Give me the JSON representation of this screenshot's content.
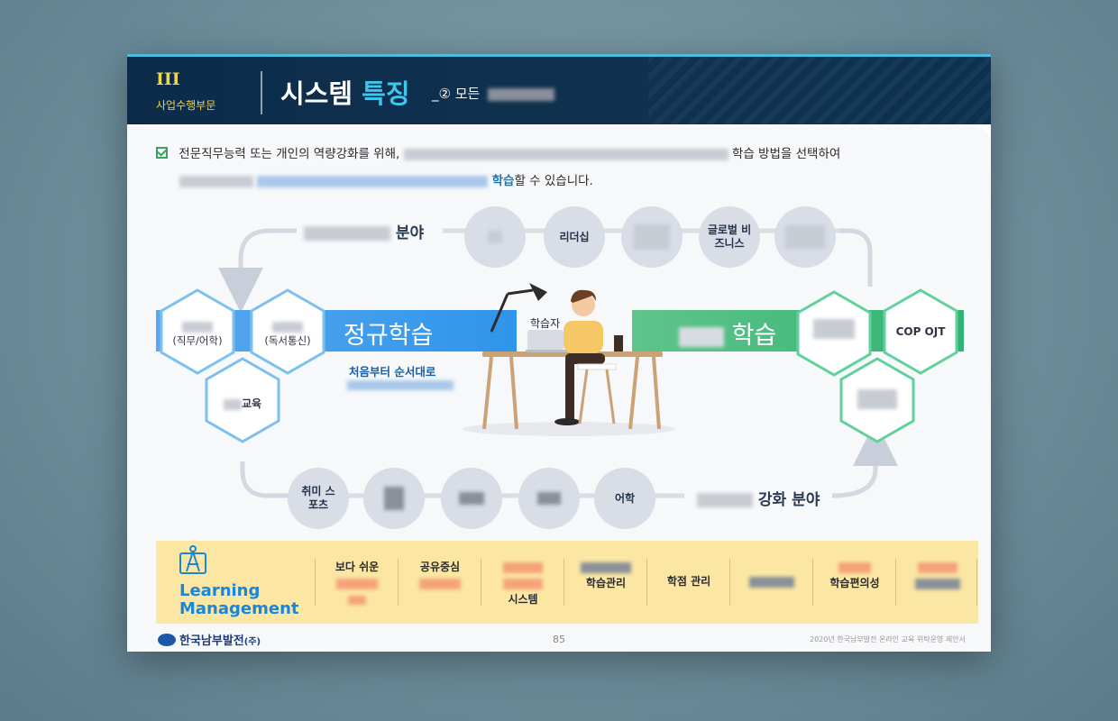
{
  "header": {
    "roman": "III",
    "section_name": "사업수행부문",
    "title_plain": "시스템",
    "title_accent": "특징",
    "subtitle": "_② 모든"
  },
  "description": {
    "line1_start": "전문직무능력 또는 개인의 역량강화를 위해,",
    "line1_end": "학습 방법을 선택하여",
    "line2_highlight": "학습",
    "line2_end": "할 수 있습니다."
  },
  "top_field_label": "분야",
  "top_circles": [
    "리더십",
    "글로벌 비즈니스"
  ],
  "bottom_field_label": "강화 분야",
  "bottom_circles": [
    "취미 스포츠",
    "어학"
  ],
  "blue_band": {
    "title": "정규학습",
    "first_label": "처음부터 순서대로"
  },
  "green_band": {
    "title": "학습"
  },
  "learner_label": "학습자",
  "left_hexes": [
    "(직무/어학)",
    "(독서통신)",
    "교육"
  ],
  "right_hexes": [
    "COP OJT"
  ],
  "footer": {
    "learning": "Learning",
    "management": "Management",
    "features": [
      "보다 쉬운",
      "공유중심",
      "시스템",
      "학습관리",
      "학점 관리",
      "학습편의성"
    ]
  },
  "bottom_bar": {
    "logo": "한국남부발전",
    "logo_suffix": "(주)",
    "page_number": "85",
    "note": "2020년 한국남부발전 온라인 교육 위탁운영 제안서"
  },
  "colors": {
    "navy": "#0c2b4a",
    "blue": "#2e95ea",
    "green": "#34b273",
    "yellow": "#fbe7a3"
  }
}
